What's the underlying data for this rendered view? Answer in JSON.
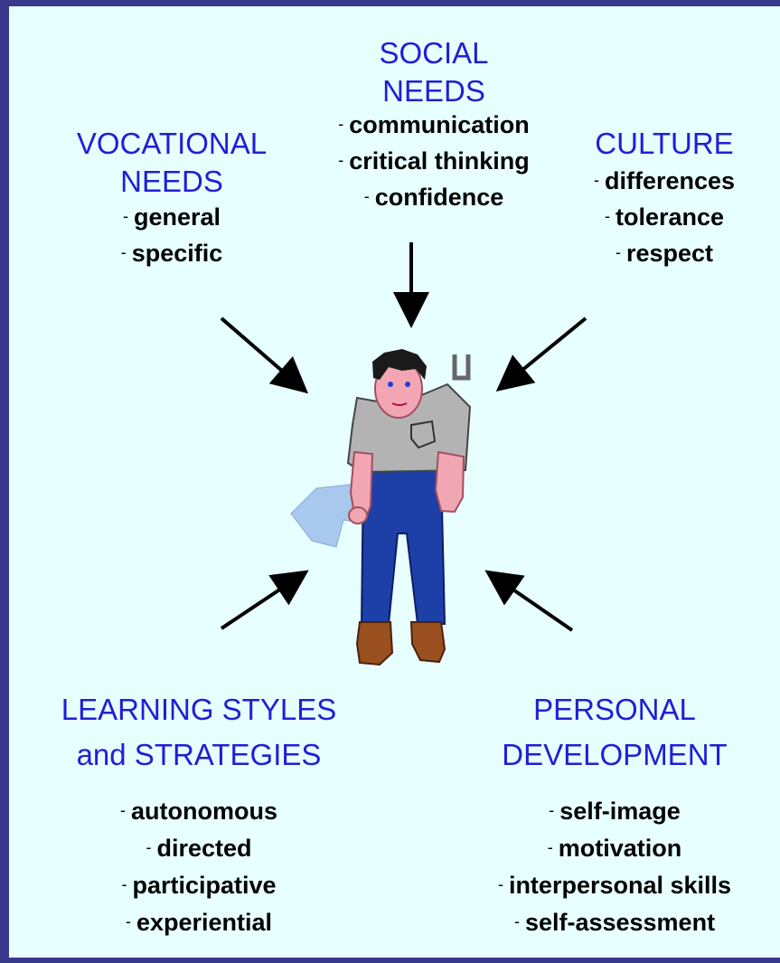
{
  "social": {
    "heading": [
      "SOCIAL",
      "NEEDS"
    ],
    "items": [
      "communication",
      "critical thinking",
      "confidence"
    ]
  },
  "vocational": {
    "heading": [
      "VOCATIONAL",
      "NEEDS"
    ],
    "items": [
      "general",
      "specific"
    ]
  },
  "culture": {
    "heading": [
      "CULTURE"
    ],
    "items": [
      "differences",
      "tolerance",
      "respect"
    ]
  },
  "learning": {
    "heading": [
      "LEARNING STYLES",
      "and STRATEGIES"
    ],
    "items": [
      "autonomous",
      "directed",
      "participative",
      "experiential"
    ]
  },
  "personal": {
    "heading": [
      "PERSONAL",
      "DEVELOPMENT"
    ],
    "items": [
      "self-image",
      "motivation",
      "interpersonal skills",
      "self-assessment"
    ]
  },
  "bullet_char": "-",
  "colors": {
    "background": "#e8ffff",
    "frame": "#3a3a8c",
    "heading": "#1f1fd6",
    "items": "#000000"
  }
}
